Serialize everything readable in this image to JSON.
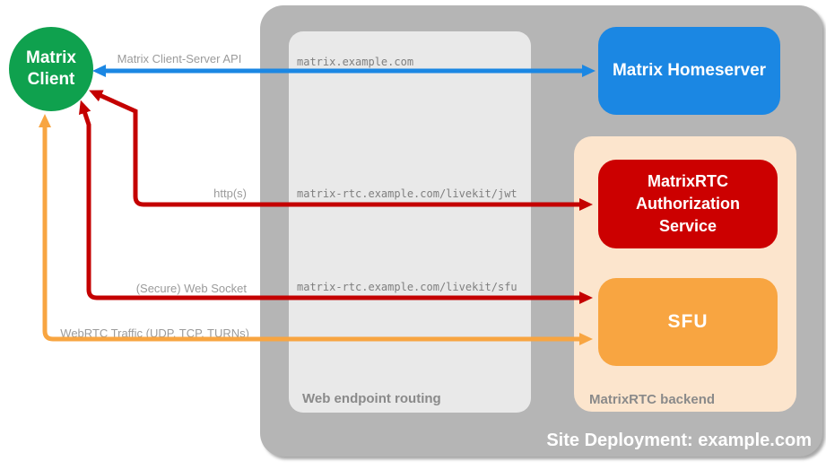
{
  "colors": {
    "client_green": "#0fa14e",
    "homeserver_blue": "#1b87e3",
    "auth_red": "#cc0000",
    "sfu_orange": "#f8a541",
    "backend_peach": "#fce5cd",
    "container_gray": "#b5b5b5",
    "routing_gray": "#e9e9e9",
    "arrow_blue": "#1b87e3",
    "arrow_red": "#c40000",
    "arrow_orange": "#f8a541",
    "line_label_gray": "#9b9b9b",
    "section_label_gray": "#8a8a8a",
    "endpoint_text_gray": "#7f7f7f"
  },
  "nodes": {
    "client": {
      "line1": "Matrix",
      "line2": "Client"
    },
    "homeserver": {
      "label": "Matrix Homeserver"
    },
    "auth_service": {
      "label": "MatrixRTC Authorization Service"
    },
    "sfu": {
      "label": "SFU"
    }
  },
  "containers": {
    "site": {
      "label": "Site Deployment: example.com"
    },
    "routing": {
      "label": "Web endpoint routing"
    },
    "backend": {
      "label": "MatrixRTC backend"
    }
  },
  "arrows": {
    "client_server_api": {
      "label": "Matrix Client-Server API"
    },
    "https": {
      "label": "http(s)"
    },
    "websocket": {
      "label": "(Secure) Web Socket"
    },
    "webrtc": {
      "label": "WebRTC Traffic (UDP, TCP, TURNs)"
    }
  },
  "endpoints": {
    "homeserver": "matrix.example.com",
    "jwt": "matrix-rtc.example.com/livekit/jwt",
    "sfu": "matrix-rtc.example.com/livekit/sfu"
  }
}
